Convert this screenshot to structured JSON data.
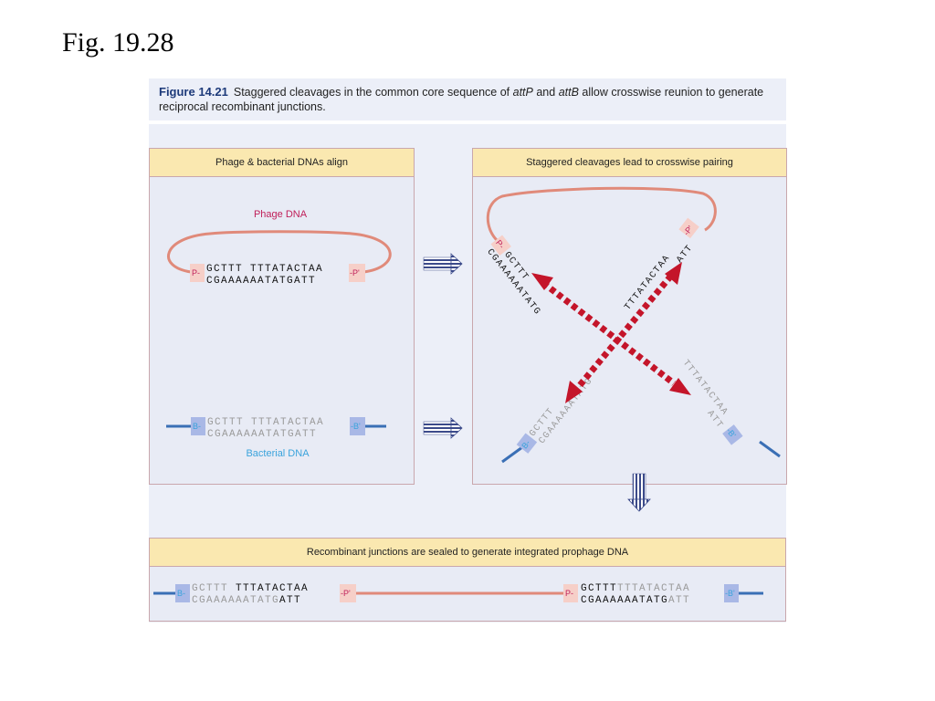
{
  "slide": {
    "label": "Fig. 19.28"
  },
  "caption": {
    "figure_number": "Figure 14.21",
    "text_a": "Staggered cleavages in the common core sequence of ",
    "attP": "attP",
    "text_b": " and ",
    "attB": "attB",
    "text_c": " allow crosswise reunion to generate reciprocal recombinant junctions."
  },
  "panels": {
    "align": {
      "title": "Phage & bacterial DNAs align",
      "phage_label": "Phage DNA",
      "bacterial_label": "Bacterial DNA",
      "phage_top": "GCTTT TTTATACTAA",
      "phage_bottom": "CGAAAAAATATGATT",
      "bact_top": "GCTTT TTTATACTAA",
      "bact_bottom": "CGAAAAAATATGATT",
      "p_left": "P-",
      "p_right": "-P'",
      "b_left": "B-",
      "b_right": "-B'"
    },
    "pairing": {
      "title": "Staggered cleavages lead to crosswise pairing",
      "ul_top": "GCTTT",
      "ul_bottom": "CGAAAAAATATG",
      "ur_top": "TTTATACTAA",
      "ur_bottom": "ATT",
      "ll_top": "GCTTT",
      "ll_bottom": "CGAAAAAATATG",
      "lr_top": "TTTATACTAA",
      "lr_bottom": "ATT",
      "p_left": "P-",
      "p_right": "-P'",
      "b_left": "B-",
      "b_right": "-B'"
    },
    "sealed": {
      "title": "Recombinant junctions are sealed to generate integrated prophage DNA",
      "left_top_a": "GCTTT",
      "left_top_b": "TTTATACTAA",
      "left_bottom_a": "CGAAAAAATATG",
      "left_bottom_b": "ATT",
      "right_top_a": "GCTTT",
      "right_top_b": "TTTATACTAA",
      "right_bottom_a": "CGAAAAAATATG",
      "right_bottom_b": "ATT",
      "b_left": "B-",
      "p_right": "-P'",
      "p_left": "P-",
      "b_right": "-B'"
    }
  },
  "colors": {
    "phage": "#e08a7a",
    "phage_label": "#c0205a",
    "bacterial": "#3a6fb5",
    "bacterial_label": "#3aa3dc",
    "p_box": "#f6cfc8",
    "b_box": "#a9b8e6",
    "cross_arrow": "#c4152a",
    "dark_seq": "#111111",
    "light_seq": "#9a9a9a"
  }
}
